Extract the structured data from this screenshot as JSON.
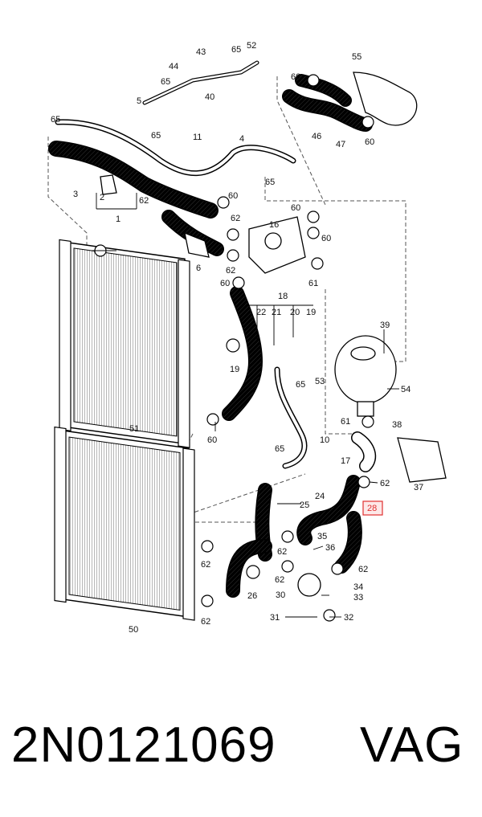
{
  "diagram": {
    "callouts": [
      {
        "id": "c43",
        "text": "43"
      },
      {
        "id": "c65a",
        "text": "65"
      },
      {
        "id": "c52",
        "text": "52"
      },
      {
        "id": "c44",
        "text": "44"
      },
      {
        "id": "c55",
        "text": "55"
      },
      {
        "id": "c65b",
        "text": "65"
      },
      {
        "id": "c40",
        "text": "40"
      },
      {
        "id": "c5",
        "text": "5"
      },
      {
        "id": "c60a",
        "text": "60"
      },
      {
        "id": "c65c",
        "text": "65"
      },
      {
        "id": "c65d",
        "text": "65"
      },
      {
        "id": "c11",
        "text": "11"
      },
      {
        "id": "c46",
        "text": "46"
      },
      {
        "id": "c47",
        "text": "47"
      },
      {
        "id": "c60b",
        "text": "60"
      },
      {
        "id": "c4",
        "text": "4"
      },
      {
        "id": "c3",
        "text": "3"
      },
      {
        "id": "c2",
        "text": "2"
      },
      {
        "id": "c1",
        "text": "1"
      },
      {
        "id": "c65e",
        "text": "65"
      },
      {
        "id": "c62a",
        "text": "62"
      },
      {
        "id": "c60c",
        "text": "60"
      },
      {
        "id": "c62b",
        "text": "62"
      },
      {
        "id": "c16",
        "text": "16"
      },
      {
        "id": "c60d",
        "text": "60"
      },
      {
        "id": "c60e",
        "text": "60"
      },
      {
        "id": "c62c",
        "text": "62"
      },
      {
        "id": "c6",
        "text": "6"
      },
      {
        "id": "c60f",
        "text": "60"
      },
      {
        "id": "c61a",
        "text": "61"
      },
      {
        "id": "c18",
        "text": "18"
      },
      {
        "id": "c22",
        "text": "22"
      },
      {
        "id": "c21",
        "text": "21"
      },
      {
        "id": "c20",
        "text": "20"
      },
      {
        "id": "c19a",
        "text": "19"
      },
      {
        "id": "c39",
        "text": "39"
      },
      {
        "id": "c19b",
        "text": "19"
      },
      {
        "id": "c65f",
        "text": "65"
      },
      {
        "id": "c53",
        "text": "53"
      },
      {
        "id": "c54",
        "text": "54"
      },
      {
        "id": "c51",
        "text": "51"
      },
      {
        "id": "c60g",
        "text": "60"
      },
      {
        "id": "c61b",
        "text": "61"
      },
      {
        "id": "c38",
        "text": "38"
      },
      {
        "id": "c10",
        "text": "10"
      },
      {
        "id": "c65g",
        "text": "65"
      },
      {
        "id": "c17",
        "text": "17"
      },
      {
        "id": "c62d",
        "text": "62"
      },
      {
        "id": "c37",
        "text": "37"
      },
      {
        "id": "c24",
        "text": "24"
      },
      {
        "id": "c25",
        "text": "25"
      },
      {
        "id": "c28",
        "text": "28"
      },
      {
        "id": "c35",
        "text": "35"
      },
      {
        "id": "c36",
        "text": "36"
      },
      {
        "id": "c62e",
        "text": "62"
      },
      {
        "id": "c62f",
        "text": "62"
      },
      {
        "id": "c62g",
        "text": "62"
      },
      {
        "id": "c26",
        "text": "26"
      },
      {
        "id": "c62h",
        "text": "62"
      },
      {
        "id": "c34",
        "text": "34"
      },
      {
        "id": "c30",
        "text": "30"
      },
      {
        "id": "c33",
        "text": "33"
      },
      {
        "id": "c62i",
        "text": "62"
      },
      {
        "id": "c31",
        "text": "31"
      },
      {
        "id": "c32",
        "text": "32"
      },
      {
        "id": "c50",
        "text": "50"
      }
    ],
    "highlighted_part": "28",
    "highlight_color": "#e03030"
  },
  "footer": {
    "part_number": "2N0121069",
    "brand": "VAG"
  }
}
